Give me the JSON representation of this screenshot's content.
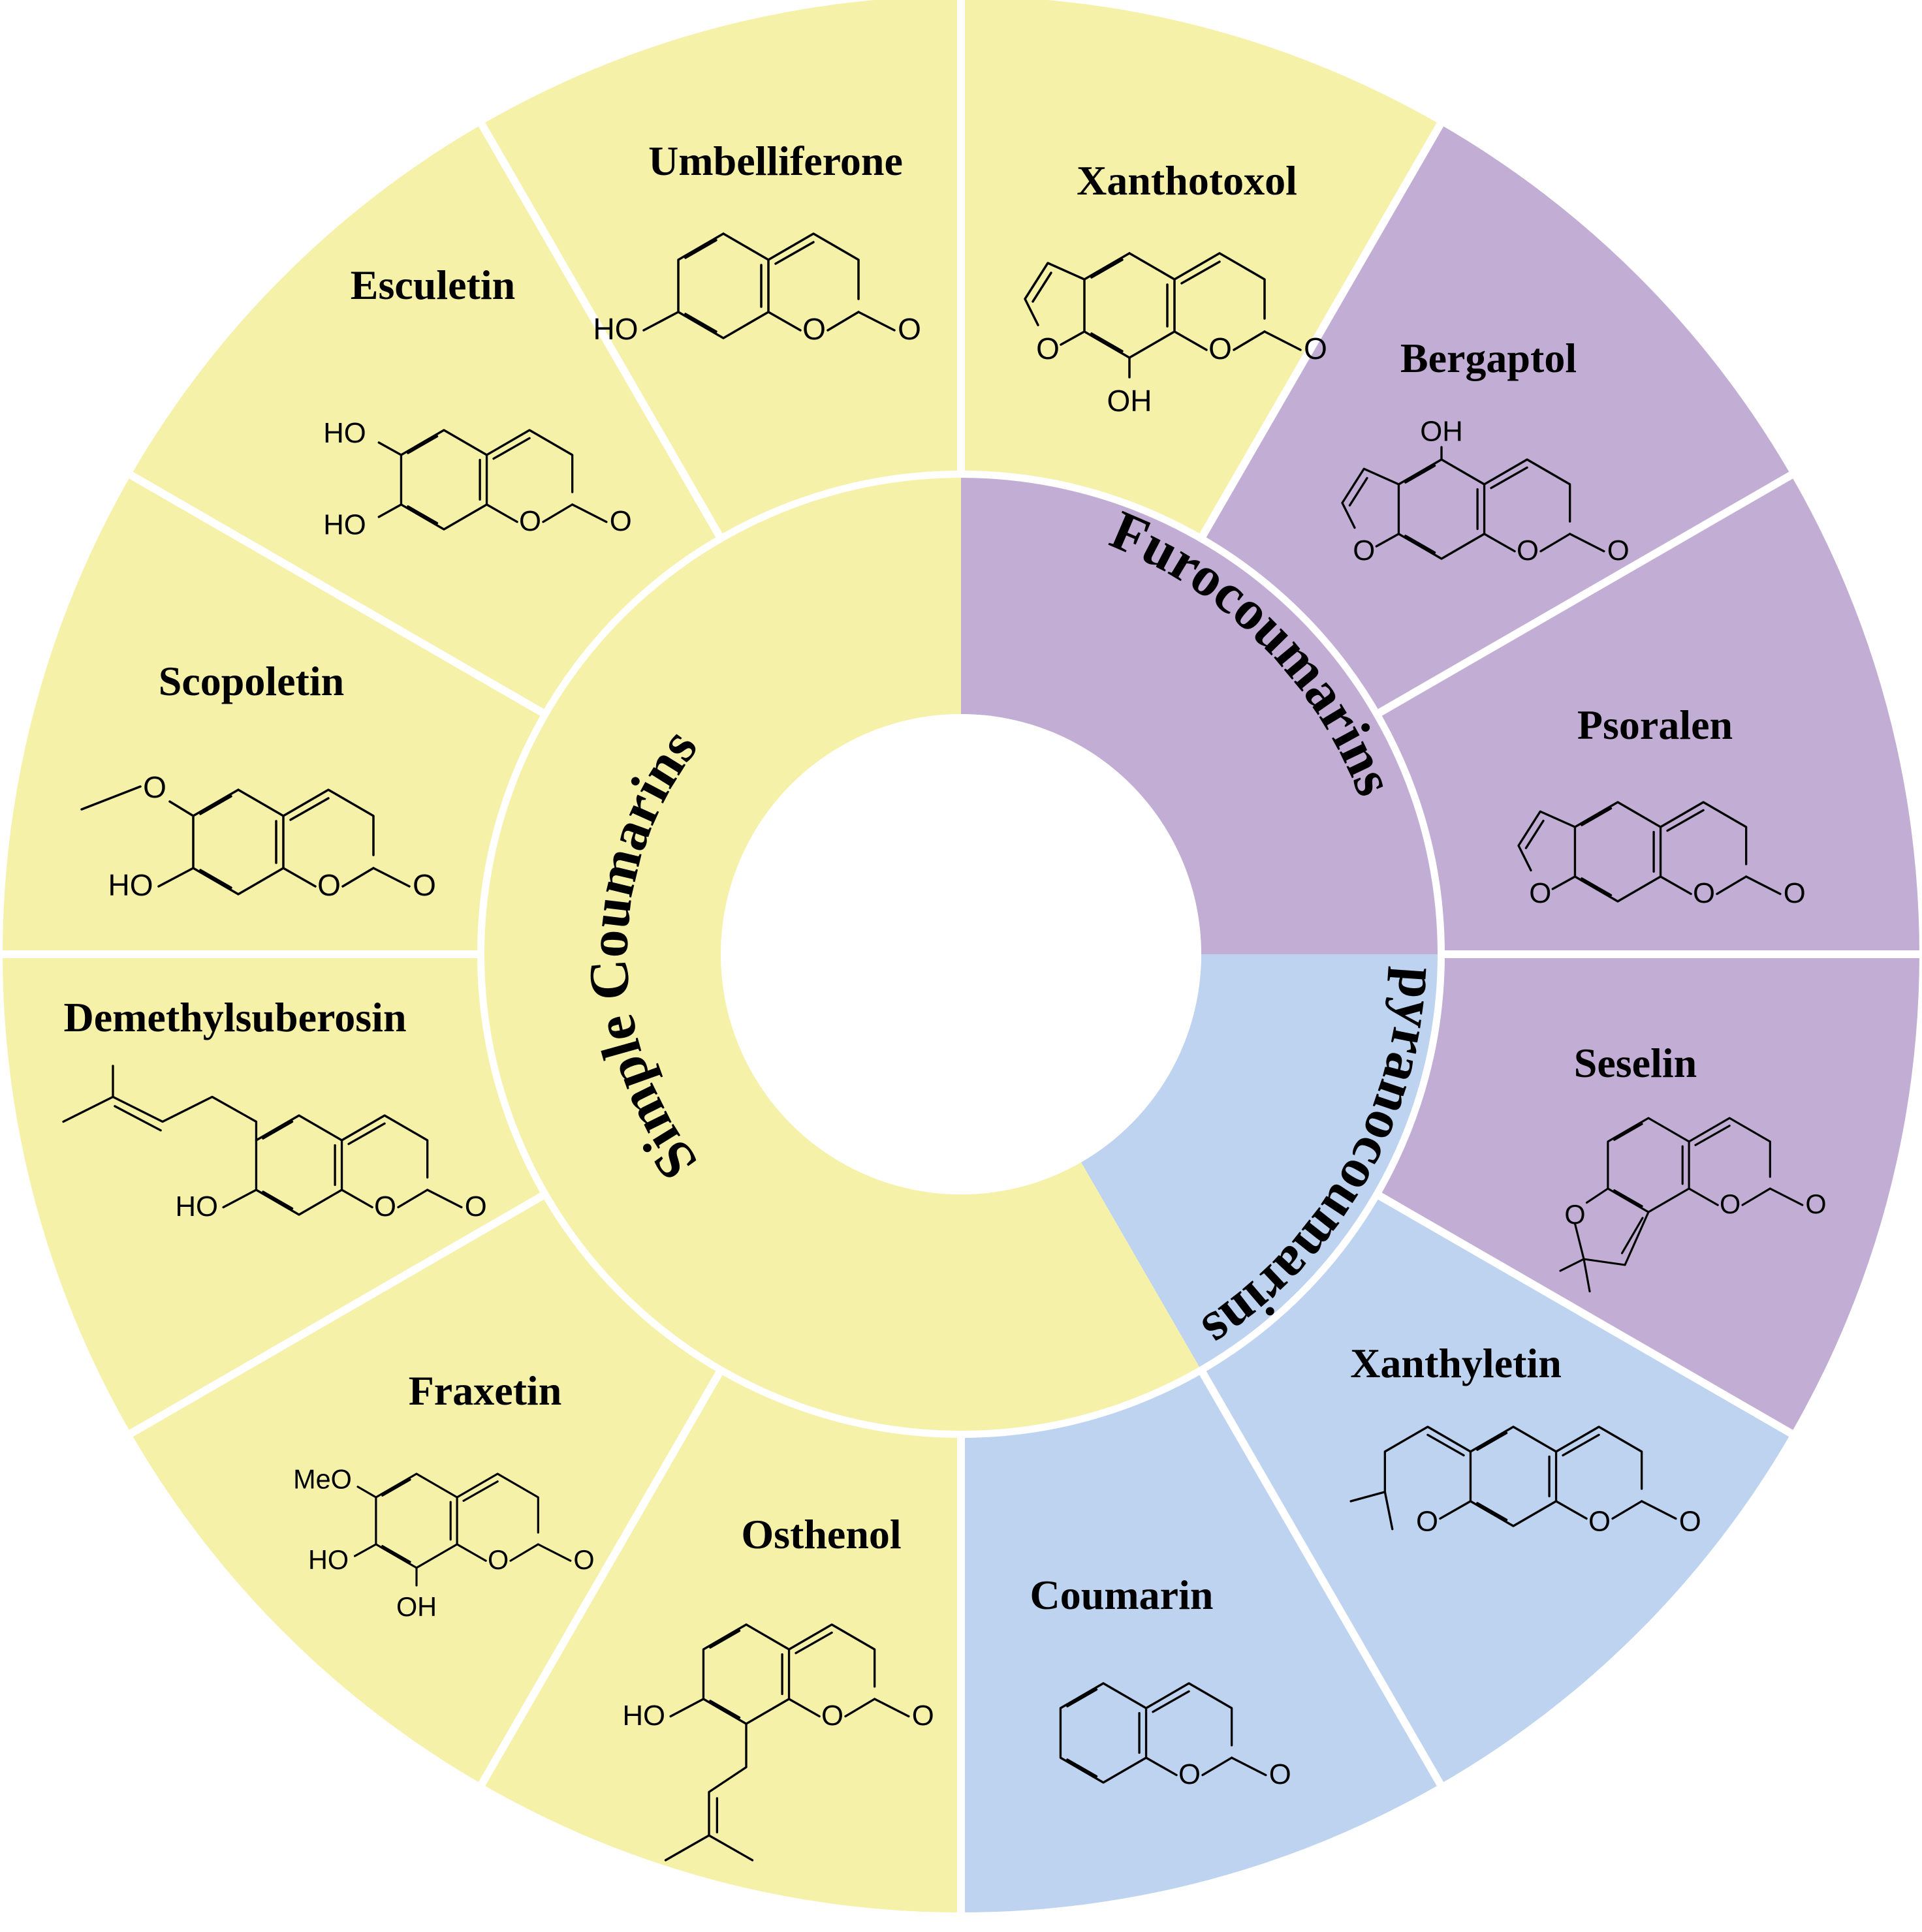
{
  "colors": {
    "simple": "#f5f1a9",
    "furo": "#c2aed4",
    "pyrano": "#bdd3ef",
    "divider": "#ffffff",
    "ink": "#000000"
  },
  "categories": {
    "simple": "Simple Coumarins",
    "furo": "Furocoumarins",
    "pyrano": "pyranocoumarins"
  },
  "compounds": [
    {
      "name": "Umbelliferone",
      "category": "simple",
      "atoms": [
        "HO",
        "O",
        "O"
      ]
    },
    {
      "name": "Xanthotoxol",
      "category": "furo",
      "atoms": [
        "O",
        "O",
        "O",
        "OH"
      ]
    },
    {
      "name": "Bergaptol",
      "category": "furo",
      "atoms": [
        "OH",
        "O",
        "O",
        "O"
      ]
    },
    {
      "name": "Psoralen",
      "category": "furo",
      "atoms": [
        "O",
        "O",
        "O"
      ]
    },
    {
      "name": "Seselin",
      "category": "pyrano",
      "atoms": [
        "O",
        "O",
        "O"
      ]
    },
    {
      "name": "Xanthyletin",
      "category": "pyrano",
      "atoms": [
        "O",
        "O",
        "O"
      ]
    },
    {
      "name": "Coumarin",
      "category": "simple",
      "atoms": [
        "O",
        "O"
      ]
    },
    {
      "name": "Osthenol",
      "category": "simple",
      "atoms": [
        "HO",
        "O",
        "O"
      ]
    },
    {
      "name": "Fraxetin",
      "category": "simple",
      "atoms": [
        "MeO",
        "HO",
        "OH",
        "O",
        "O"
      ]
    },
    {
      "name": "Demethylsuberosin",
      "category": "simple",
      "atoms": [
        "HO",
        "O",
        "O"
      ]
    },
    {
      "name": "Scopoletin",
      "category": "simple",
      "atoms": [
        "O",
        "HO",
        "O",
        "O"
      ]
    },
    {
      "name": "Esculetin",
      "category": "simple",
      "atoms": [
        "HO",
        "HO",
        "O",
        "O"
      ]
    }
  ]
}
